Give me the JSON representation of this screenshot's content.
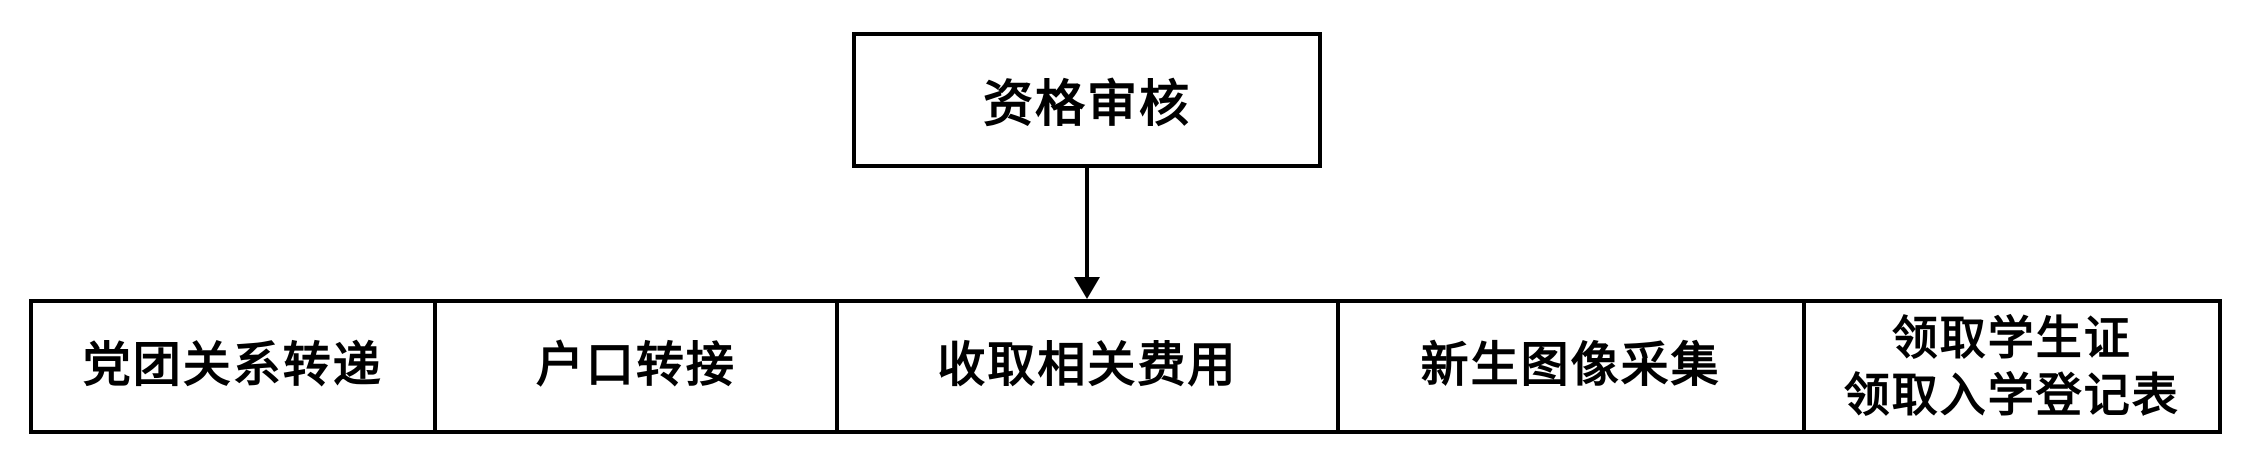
{
  "flow": {
    "top_node": {
      "label": "资格审核"
    },
    "steps": [
      {
        "label": "党团关系转递"
      },
      {
        "label": "户口转接"
      },
      {
        "label": "收取相关费用"
      },
      {
        "label": "新生图像采集"
      },
      {
        "lines": [
          "领取学生证",
          "领取入学登记表"
        ]
      }
    ],
    "colors": {
      "line": "#000000",
      "text": "#000000",
      "background": "#ffffff"
    }
  }
}
